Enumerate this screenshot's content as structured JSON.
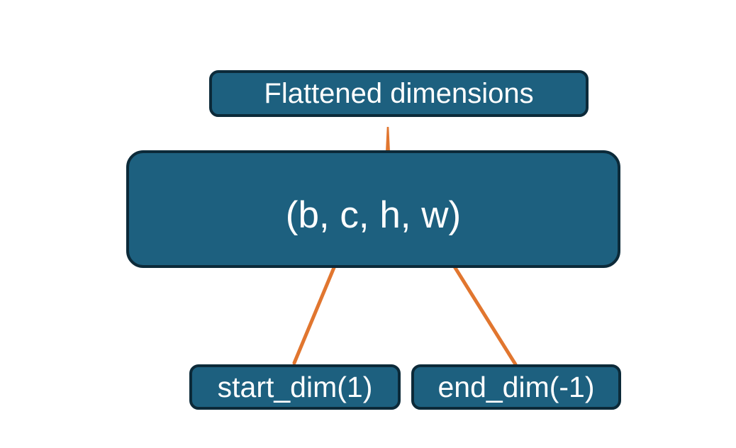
{
  "diagram": {
    "top_label": "Flattened dimensions",
    "tensor_label": "(b, c, h, w)",
    "start_label": "start_dim(1)",
    "end_label": "end_dim(-1)"
  },
  "theme": {
    "background": "#FFFFFF",
    "box_fill": "#1D607F",
    "box_border": "#0C2A39",
    "text_color": "#FFFFFF",
    "accent_orange": "#E1762F"
  }
}
